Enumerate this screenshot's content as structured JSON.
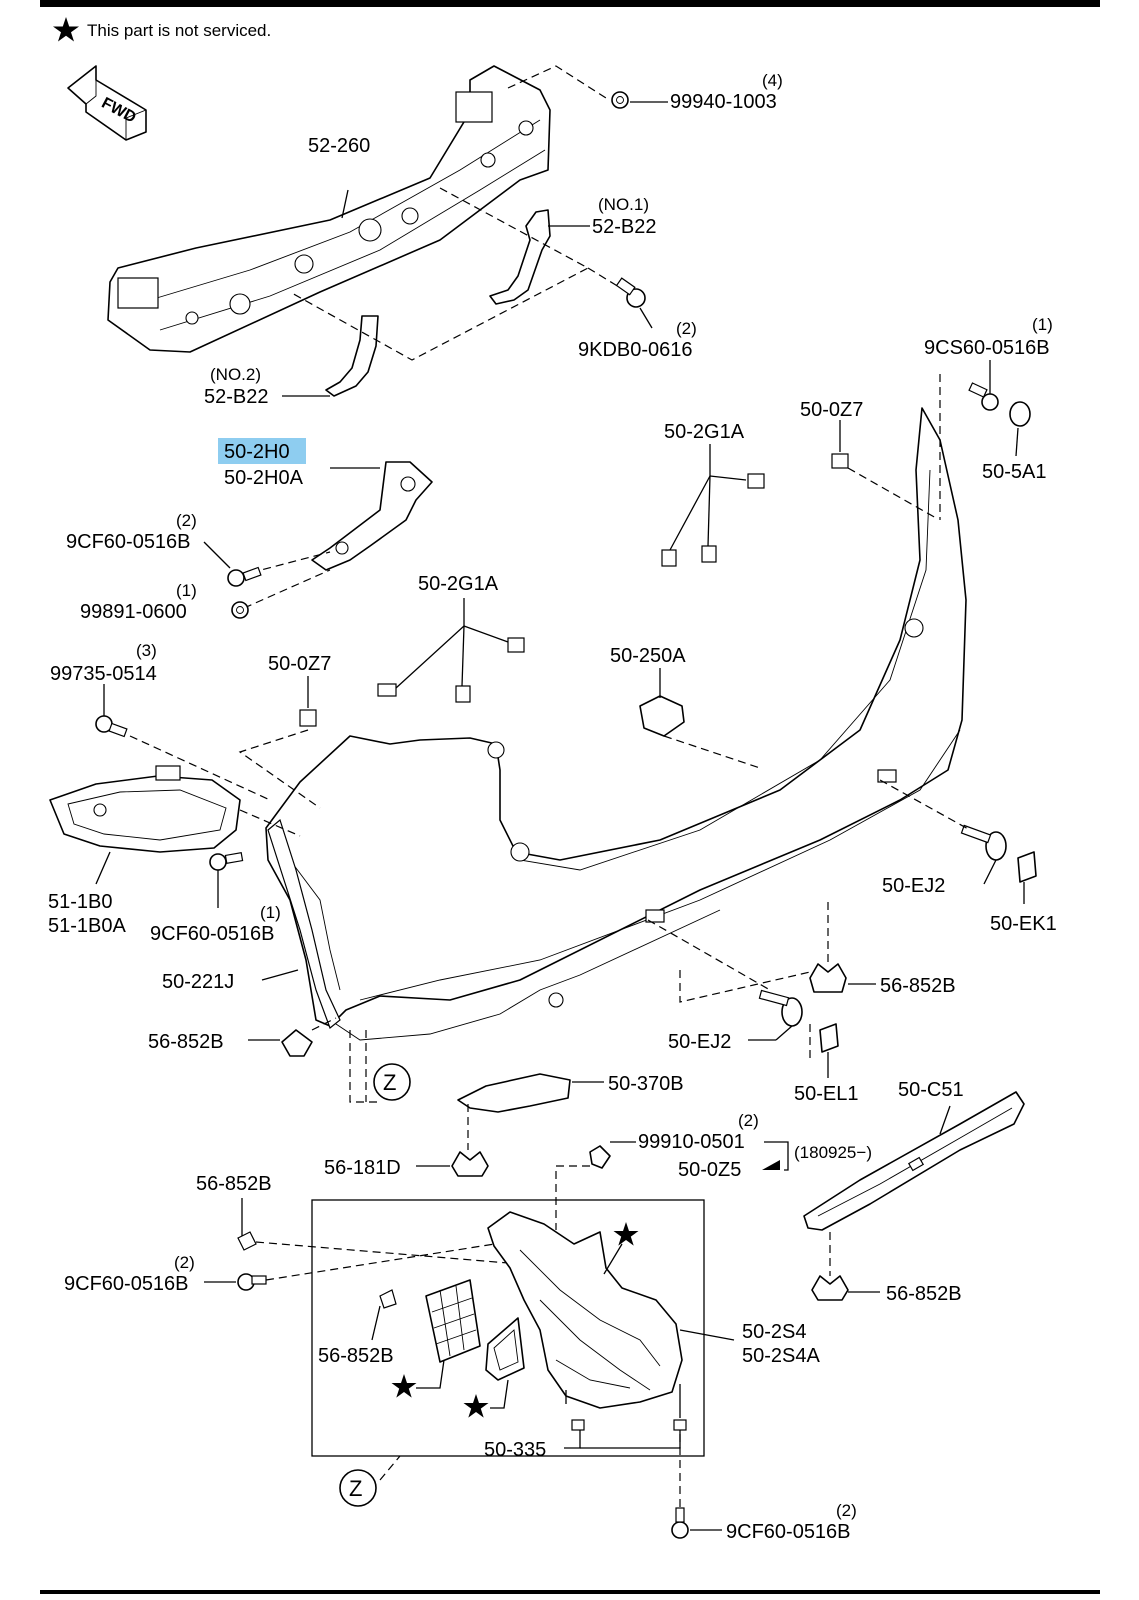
{
  "header": {
    "legend_text": "This part is not serviced."
  },
  "fwd_label": "FWD",
  "zone_label": "Z",
  "callouts": [
    {
      "id": "99940-1003",
      "text": "99940-1003",
      "qty": "(4)"
    },
    {
      "id": "52-260",
      "text": "52-260",
      "qty": ""
    },
    {
      "id": "52-B22-1",
      "text": "52-B22",
      "qty": "(NO.1)"
    },
    {
      "id": "9KDB0-0616",
      "text": "9KDB0-0616",
      "qty": "(2)"
    },
    {
      "id": "52-B22-2",
      "text": "52-B22",
      "qty": "(NO.2)"
    },
    {
      "id": "9CS60-0516B",
      "text": "9CS60-0516B",
      "qty": "(1)"
    },
    {
      "id": "50-0Z7-top",
      "text": "50-0Z7",
      "qty": ""
    },
    {
      "id": "50-5A1",
      "text": "50-5A1",
      "qty": ""
    },
    {
      "id": "50-2H0",
      "text": "50-2H0",
      "qty": "",
      "highlight": true
    },
    {
      "id": "50-2H0A",
      "text": "50-2H0A",
      "qty": ""
    },
    {
      "id": "50-2G1A-top",
      "text": "50-2G1A",
      "qty": ""
    },
    {
      "id": "9CF60-0516B-a",
      "text": "9CF60-0516B",
      "qty": "(2)"
    },
    {
      "id": "99891-0600",
      "text": "99891-0600",
      "qty": "(1)"
    },
    {
      "id": "50-2G1A-mid",
      "text": "50-2G1A",
      "qty": ""
    },
    {
      "id": "99735-0514",
      "text": "99735-0514",
      "qty": "(3)"
    },
    {
      "id": "50-0Z7-mid",
      "text": "50-0Z7",
      "qty": ""
    },
    {
      "id": "50-250A",
      "text": "50-250A",
      "qty": ""
    },
    {
      "id": "51-1B0",
      "text": "51-1B0",
      "qty": ""
    },
    {
      "id": "51-1B0A",
      "text": "51-1B0A",
      "qty": ""
    },
    {
      "id": "9CF60-0516B-b",
      "text": "9CF60-0516B",
      "qty": "(1)"
    },
    {
      "id": "50-EJ2-right",
      "text": "50-EJ2",
      "qty": ""
    },
    {
      "id": "50-EK1",
      "text": "50-EK1",
      "qty": ""
    },
    {
      "id": "50-221J",
      "text": "50-221J",
      "qty": ""
    },
    {
      "id": "56-852B-right",
      "text": "56-852B",
      "qty": ""
    },
    {
      "id": "56-852B-left",
      "text": "56-852B",
      "qty": ""
    },
    {
      "id": "50-EJ2-center",
      "text": "50-EJ2",
      "qty": ""
    },
    {
      "id": "50-370B",
      "text": "50-370B",
      "qty": ""
    },
    {
      "id": "50-EL1",
      "text": "50-EL1",
      "qty": ""
    },
    {
      "id": "50-C51",
      "text": "50-C51",
      "qty": ""
    },
    {
      "id": "99910-0501",
      "text": "99910-0501",
      "qty": "(2)"
    },
    {
      "id": "50-0Z5",
      "text": "50-0Z5",
      "qty": ""
    },
    {
      "id": "56-181D",
      "text": "56-181D",
      "qty": ""
    },
    {
      "id": "56-852B-lower-left",
      "text": "56-852B",
      "qty": ""
    },
    {
      "id": "9CF60-0516B-c",
      "text": "9CF60-0516B",
      "qty": "(2)"
    },
    {
      "id": "50-2S4",
      "text": "50-2S4",
      "qty": ""
    },
    {
      "id": "50-2S4A",
      "text": "50-2S4A",
      "qty": ""
    },
    {
      "id": "56-852B-inset",
      "text": "56-852B",
      "qty": ""
    },
    {
      "id": "56-852B-c51",
      "text": "56-852B",
      "qty": ""
    },
    {
      "id": "50-335",
      "text": "50-335",
      "qty": ""
    },
    {
      "id": "9CF60-0516B-d",
      "text": "9CF60-0516B",
      "qty": "(2)"
    }
  ],
  "date_note": "(180925−)",
  "colors": {
    "highlight": "#8ecdf0",
    "ink": "#000000",
    "background": "#ffffff"
  }
}
